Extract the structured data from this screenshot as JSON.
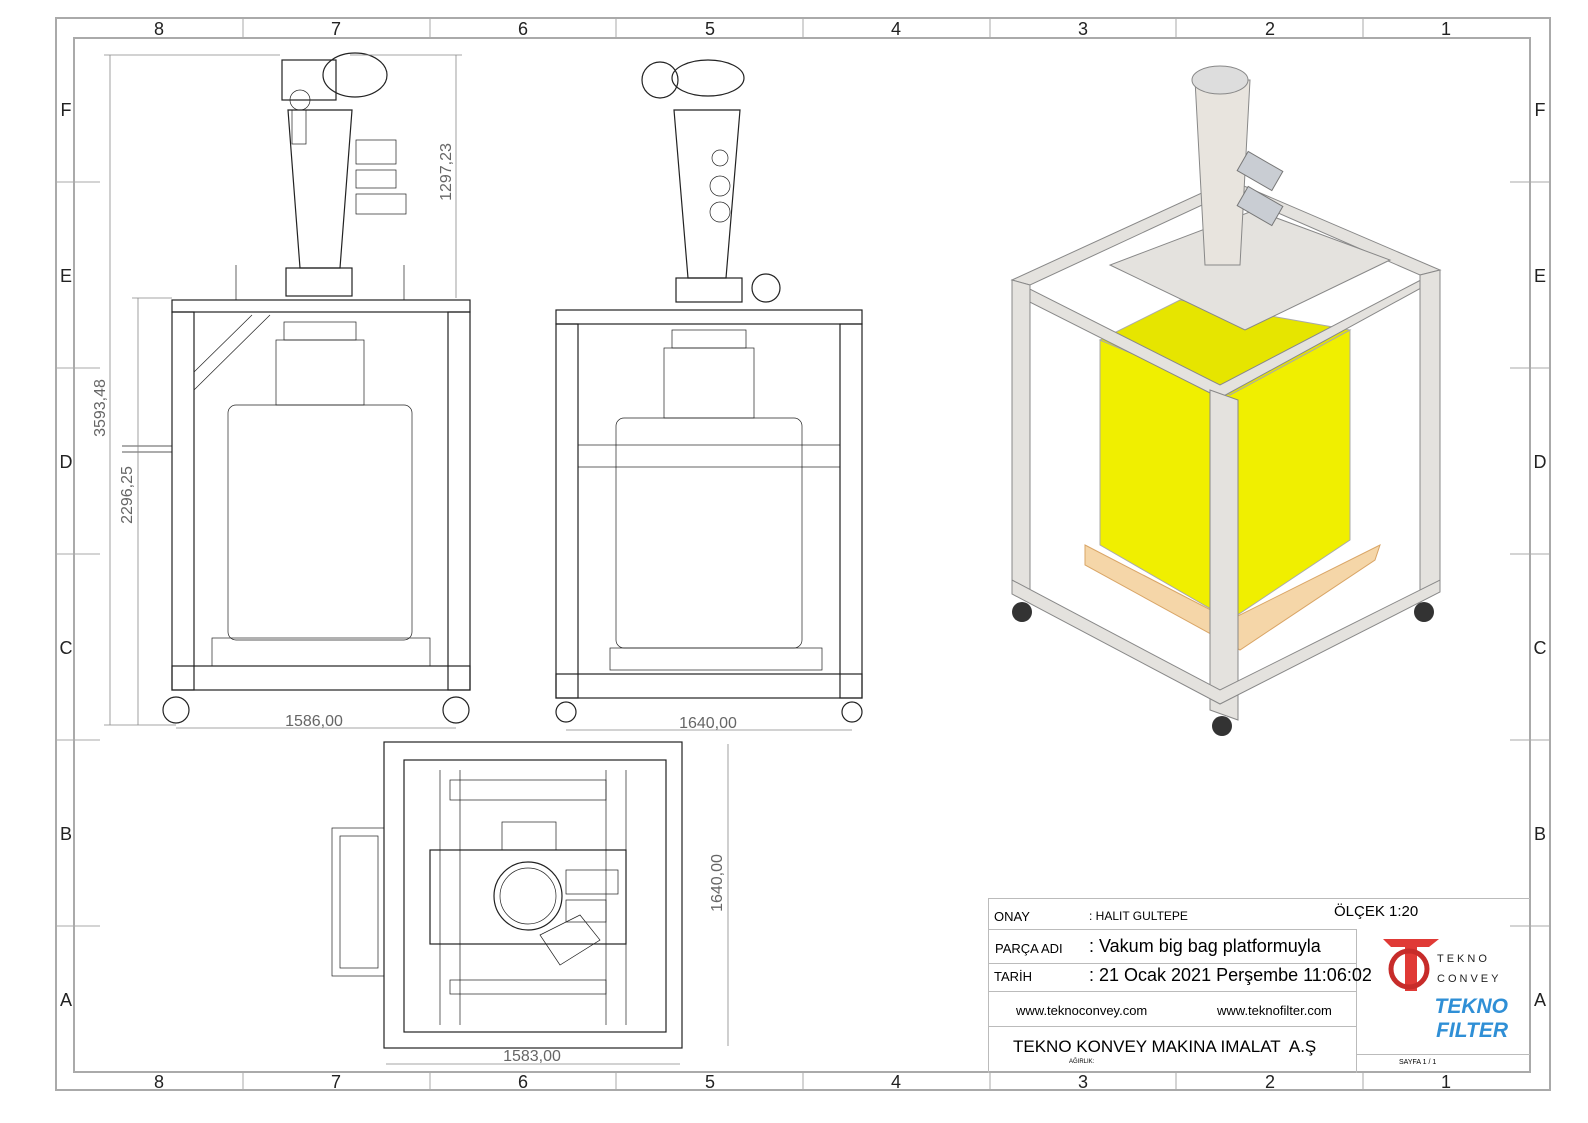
{
  "zones": {
    "columns": [
      "8",
      "7",
      "6",
      "5",
      "4",
      "3",
      "2",
      "1"
    ],
    "rows": [
      "F",
      "E",
      "D",
      "C",
      "B",
      "A"
    ]
  },
  "dimensions": {
    "front_cyclone_height": "1297,23",
    "front_total_height": "3593,48",
    "front_frame_height": "2296,25",
    "front_width": "1586,00",
    "side_width": "1640,00",
    "top_depth": "1640,00",
    "top_width": "1583,00"
  },
  "title_block": {
    "approval_label": "ONAY",
    "approval_value": ": HALIT GULTEPE",
    "scale": "ÖLÇEK 1:20",
    "part_name_label": "PARÇA ADI",
    "part_name_value": ": Vakum big bag platformuyla",
    "date_label": "TARİH",
    "date_value": ": 21 Ocak 2021 Perşembe 11:06:02",
    "website_1": "www.teknoconvey.com",
    "website_2": "www.teknofilter.com",
    "company": "TEKNO KONVEY MAKINA IMALAT  A.Ş",
    "weight_label": "AĞIRLIK:",
    "sheet": "SAYFA 1 / 1",
    "logo_1_text": "TEKNO CONVEY",
    "logo_2_text": "TEKNO FILTER"
  },
  "colors": {
    "bag_yellow": "#f0ef00",
    "pallet": "#f5d6a8",
    "frame_grey": "#e4e2de",
    "logo_red": "#e03a36",
    "logo_blue": "#2f8fd6"
  }
}
